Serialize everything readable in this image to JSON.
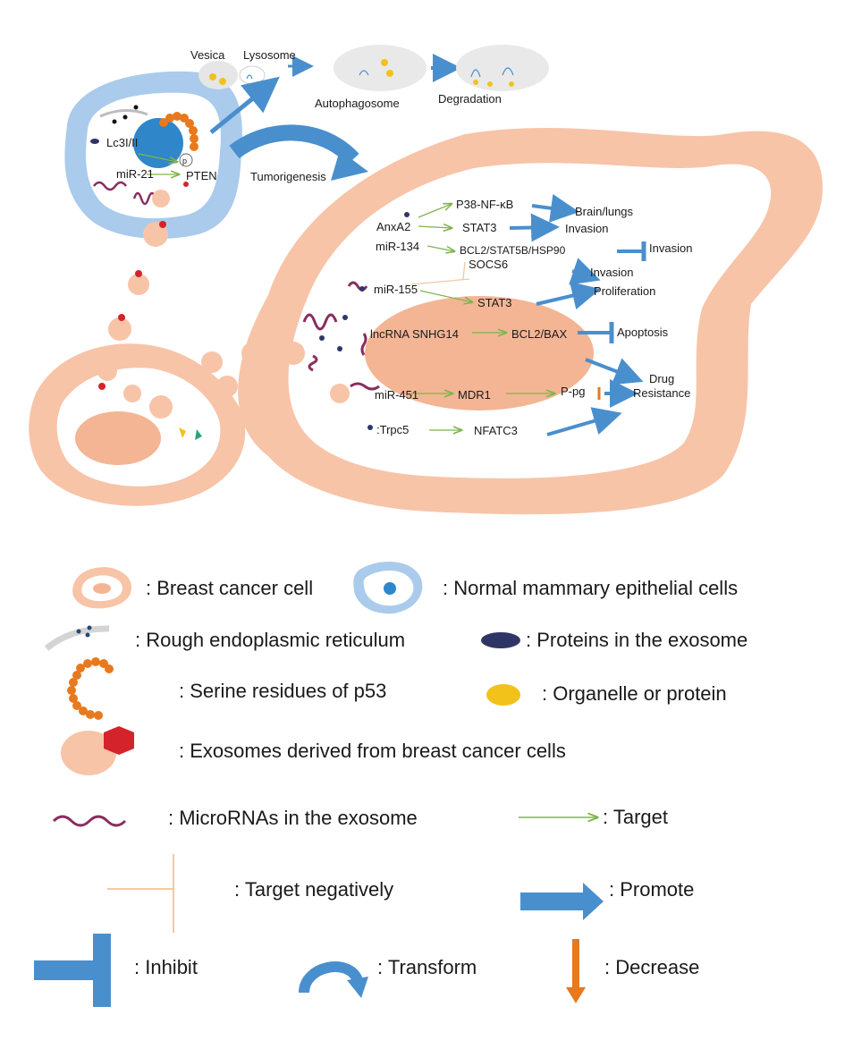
{
  "diagram": {
    "top_labels": {
      "vesica": "Vesica",
      "lysosome": "Lysosome",
      "autophagosome": "Autophagosome",
      "degradation": "Degradation",
      "tumorigenesis": "Tumorigenesis"
    },
    "normal_cell": {
      "lc3": "Lc3I/II",
      "p_mark": "p",
      "mir21": "miR-21",
      "pten": "PTEN"
    },
    "pathways": {
      "anxa2": "AnxA2",
      "p38": "P38-NF-κB",
      "brain_lungs": "Brain/lungs",
      "stat3_a": "STAT3",
      "invasion_a": "Invasion",
      "mir134": "miR-134",
      "bcl2_stat5b": "BCL2/STAT5B/HSP90",
      "invasion_b": "Invasion",
      "socs6": "SOCS6",
      "invasion_c": "Invasion",
      "mir155": "miR-155",
      "stat3_b": "STAT3",
      "proliferation": "Proliferation",
      "lncrna": "lncRNA SNHG14",
      "bcl2_bax": "BCL2/BAX",
      "apoptosis": "Apoptosis",
      "drug": "Drug",
      "mir451": "miR-451",
      "mdr1": "MDR1",
      "ppg": "P-pg",
      "resistance": "Resistance",
      "trpc5": ":Trpc5",
      "nfatc3": "NFATC3"
    }
  },
  "legend": {
    "breast_cancer_cell": ": Breast cancer cell",
    "normal_epithelial": ": Normal mammary epithelial cells",
    "rough_er": ": Rough endoplasmic reticulum",
    "proteins_exosome": ": Proteins in the exosome",
    "serine_p53": ": Serine residues of p53",
    "organelle": ": Organelle or protein",
    "exosomes_derived": ": Exosomes derived from breast cancer cells",
    "micrornas": ": MicroRNAs in the exosome",
    "target": ": Target",
    "target_neg": ": Target negatively",
    "promote": ": Promote",
    "inhibit": ": Inhibit",
    "transform": ": Transform",
    "decrease": ": Decrease"
  },
  "colors": {
    "cancer_cell": "#f7c4a8",
    "nucleus": "#f4b595",
    "normal_cell_outer": "#aacbeb",
    "normal_cell_inner": "#2f86c9",
    "arrow_blue": "#4a8fcd",
    "target_green": "#7fb54c",
    "negative_tan": "#f1c9a3",
    "mirna_purple": "#8a2d5e",
    "protein_navy": "#2f3566",
    "organelle_yellow": "#f2c21a",
    "serine_orange": "#e8791c",
    "exosome_red": "#d5232b",
    "decrease_orange": "#e8791c"
  }
}
